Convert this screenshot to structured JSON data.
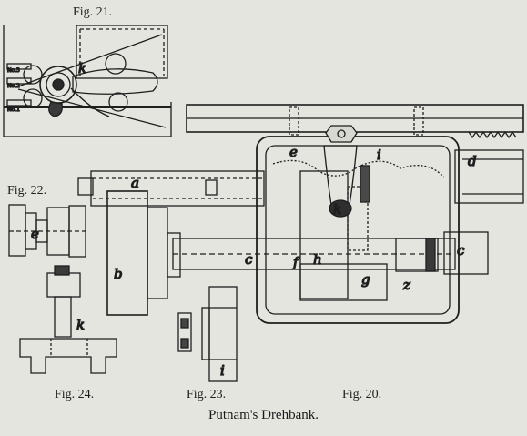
{
  "figures": {
    "fig21": "Fig. 21.",
    "fig22": "Fig. 22.",
    "fig24": "Fig. 24.",
    "fig23": "Fig. 23.",
    "fig20": "Fig. 20."
  },
  "caption": "Putnam's Drehbank.",
  "part_labels": {
    "a": "a",
    "b": "b",
    "c": "c",
    "d": "d",
    "e": "e",
    "f": "f",
    "g": "g",
    "h": "h",
    "i": "i",
    "k": "k",
    "z": "z"
  },
  "fig21_marks": [
    "No.3",
    "No.2",
    "No.1"
  ]
}
